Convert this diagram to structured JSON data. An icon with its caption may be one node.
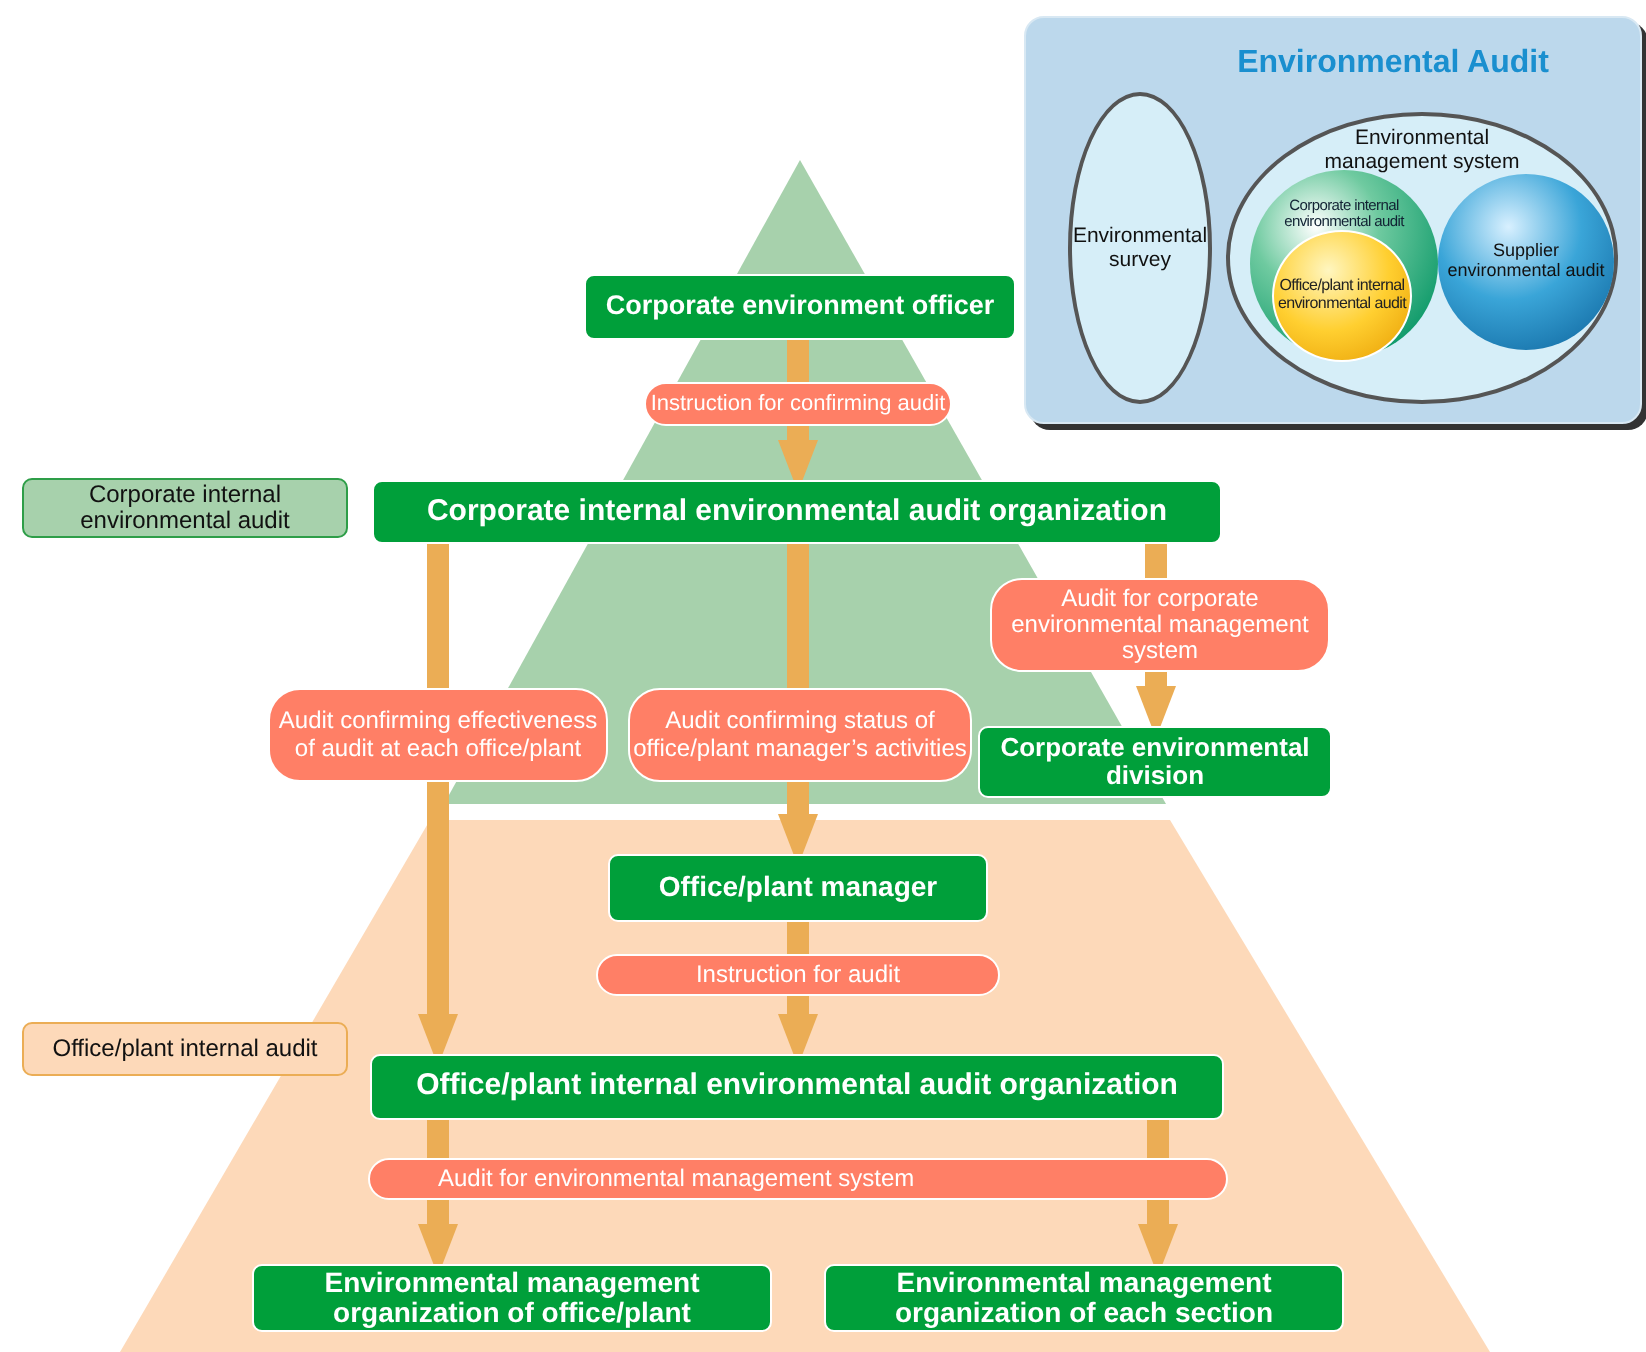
{
  "diagram": {
    "nodes": [
      {
        "text": [
          "Corporate environment officer"
        ]
      },
      {
        "text": [
          "Corporate internal environmental audit organization"
        ]
      },
      {
        "text": [
          "Corporate environmental division"
        ]
      },
      {
        "text": [
          "Office/plant manager"
        ]
      },
      {
        "text": [
          "Office/plant internal environmental audit organization"
        ]
      },
      {
        "text": [
          "Environmental management organization of office/plant"
        ]
      },
      {
        "text": [
          "Environmental management organization of each section"
        ]
      },
      {
        "text": [
          "Corporate internal environmental audit"
        ]
      },
      {
        "text": [
          "Office/plant internal audit"
        ]
      },
      {
        "text": [
          "Environmental Audit"
        ]
      },
      {
        "text": [
          "Environmental survey"
        ],
        "in": 9
      },
      {
        "text": [
          "Environmental management system"
        ],
        "in": 9
      },
      {
        "text": [
          "Corporate internal environmental audit"
        ],
        "in": 11
      },
      {
        "text": [
          "Office/plant internal environmental audit"
        ],
        "in": 12
      },
      {
        "text": [
          "Supplier environmental audit"
        ],
        "in": 11
      }
    ],
    "edges": [
      {
        "from": 0,
        "to": 1,
        "arrow": "to",
        "label": "Instruction for confirming audit"
      },
      {
        "from": 1,
        "to": 4,
        "arrow": "to",
        "label": "Audit confirming effectiveness of audit at each office/plant"
      },
      {
        "from": 1,
        "to": 3,
        "arrow": "to",
        "label": "Audit confirming status of office/plant manager’s activities"
      },
      {
        "from": 1,
        "to": 2,
        "arrow": "to",
        "label": "Audit for corporate environmental management system"
      },
      {
        "from": 3,
        "to": 4,
        "arrow": "to",
        "label": "Instruction for audit"
      },
      {
        "from": 4,
        "to": 5,
        "arrow": "to",
        "label": "Audit for environmental management system"
      },
      {
        "from": 4,
        "to": 6,
        "arrow": "to"
      }
    ]
  }
}
